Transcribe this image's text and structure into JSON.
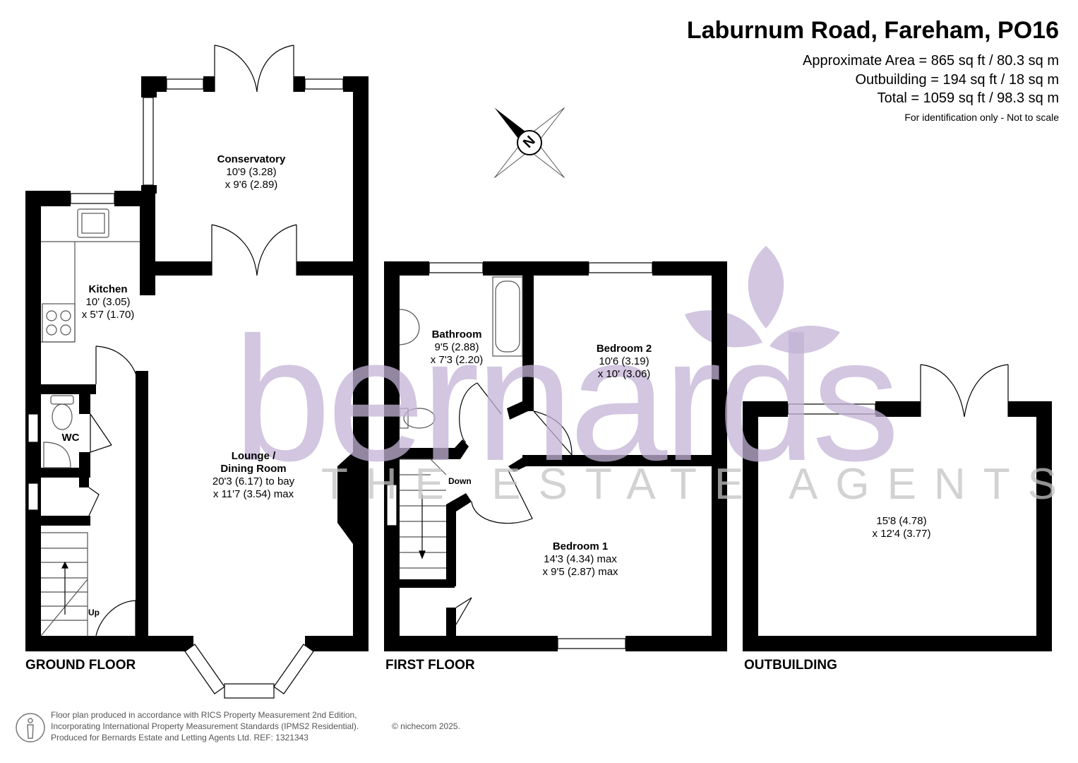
{
  "header": {
    "title": "Laburnum Road, Fareham, PO16",
    "area": "Approximate Area = 865 sq ft / 80.3 sq m",
    "outbuilding": "Outbuilding = 194 sq ft / 18 sq m",
    "total": "Total = 1059 sq ft / 98.3 sq m",
    "note": "For identification only - Not to scale"
  },
  "compass": {
    "letter": "N"
  },
  "watermark": {
    "name": "bernards",
    "tagline": "THE ESTATE AGENTS"
  },
  "rooms": {
    "conservatory": {
      "name": "Conservatory",
      "dim1": "10'9 (3.28)",
      "dim2": "x 9'6 (2.89)"
    },
    "kitchen": {
      "name": "Kitchen",
      "dim1": "10' (3.05)",
      "dim2": "x 5'7 (1.70)"
    },
    "wc": {
      "name": "WC"
    },
    "lounge": {
      "name1": "Lounge /",
      "name2": "Dining Room",
      "dim1": "20'3 (6.17) to bay",
      "dim2": "x 11'7 (3.54) max"
    },
    "bathroom": {
      "name": "Bathroom",
      "dim1": "9'5 (2.88)",
      "dim2": "x 7'3 (2.20)"
    },
    "bedroom2": {
      "name": "Bedroom 2",
      "dim1": "10'6 (3.19)",
      "dim2": "x 10' (3.06)"
    },
    "bedroom1": {
      "name": "Bedroom 1",
      "dim1": "14'3 (4.34) max",
      "dim2": "x 9'5 (2.87) max"
    },
    "outbuilding": {
      "dim1": "15'8 (4.78)",
      "dim2": "x 12'4 (3.77)"
    }
  },
  "stairs": {
    "up": "Up",
    "down": "Down"
  },
  "floors": {
    "ground": "GROUND FLOOR",
    "first": "FIRST FLOOR",
    "outbuilding": "OUTBUILDING"
  },
  "footer": {
    "line1": "Floor plan produced in accordance with RICS Property Measurement 2nd Edition,",
    "line2": "Incorporating International Property Measurement Standards (IPMS2 Residential).",
    "line3": "Produced for Bernards Estate and Letting Agents Ltd.   REF:  1321343",
    "copyright": "© nichecom 2025."
  },
  "colors": {
    "wall": "#000000",
    "watermark_purple": "#c3b3d6",
    "watermark_grey": "#c4c4c4",
    "fixture_line": "#555555"
  }
}
